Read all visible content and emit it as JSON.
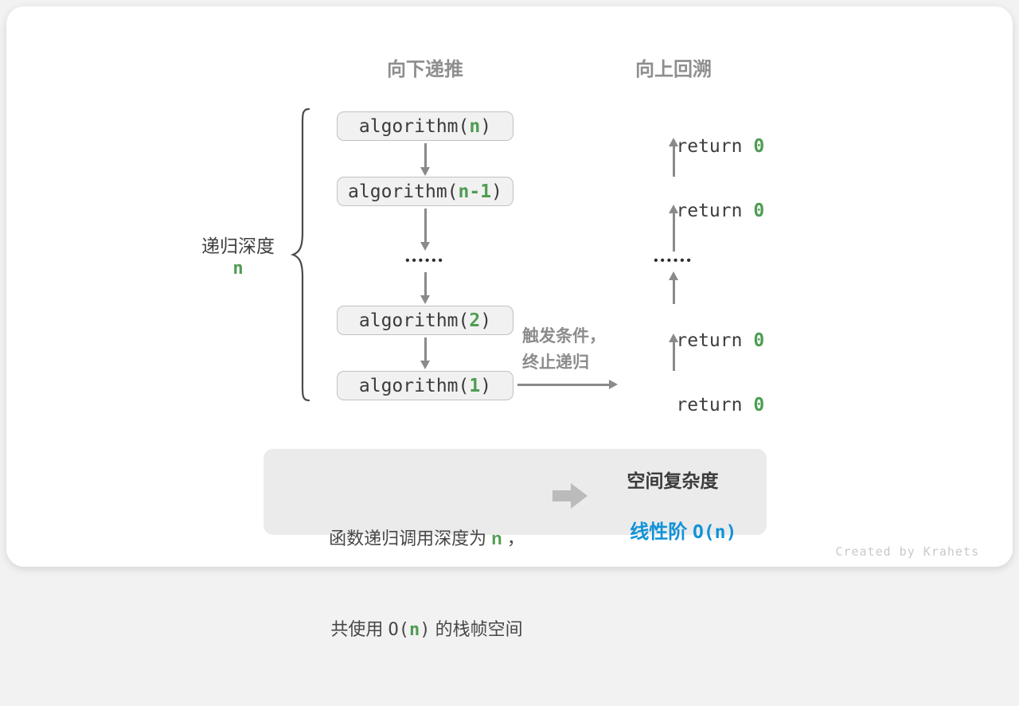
{
  "colors": {
    "accent_green": "#4e9d52",
    "accent_blue": "#1192d8",
    "arrow_gray": "#8a8a8a",
    "box_fill": "#f1f1f1",
    "box_border": "#c2c2c2",
    "panel_fill": "#ebebeb",
    "header_gray": "#8e8e8e",
    "dark_text": "#3b3b3b"
  },
  "headers": {
    "recurse_down": "向下递推",
    "backtrack_up": "向上回溯"
  },
  "depth": {
    "label": "递归深度",
    "value": "n"
  },
  "stack": [
    {
      "prefix": "algorithm(",
      "arg": "n",
      "suffix": ")"
    },
    {
      "prefix": "algorithm(",
      "arg": "n-1",
      "suffix": ")"
    },
    {
      "prefix": "algorithm(",
      "arg": "2",
      "suffix": ")"
    },
    {
      "prefix": "algorithm(",
      "arg": "1",
      "suffix": ")"
    }
  ],
  "returns": [
    {
      "prefix": "return ",
      "value": "0"
    },
    {
      "prefix": "return ",
      "value": "0"
    },
    {
      "prefix": "return ",
      "value": "0"
    },
    {
      "prefix": "return ",
      "value": "0"
    }
  ],
  "ellipsis": "••••••",
  "trigger": {
    "line1": "触发条件，",
    "line2": "终止递归"
  },
  "summary": {
    "l1a": "函数递归调用深度为 ",
    "l1b": "n",
    "l1c": " ，",
    "l2a": "共使用 ",
    "l2b": "O(",
    "l2c": "n",
    "l2d": ")",
    "l2e": " 的栈帧空间",
    "result_title": "空间复杂度",
    "result_prefix": "线性阶 ",
    "result_code": "O(n)"
  },
  "watermark": "Created by Krahets"
}
